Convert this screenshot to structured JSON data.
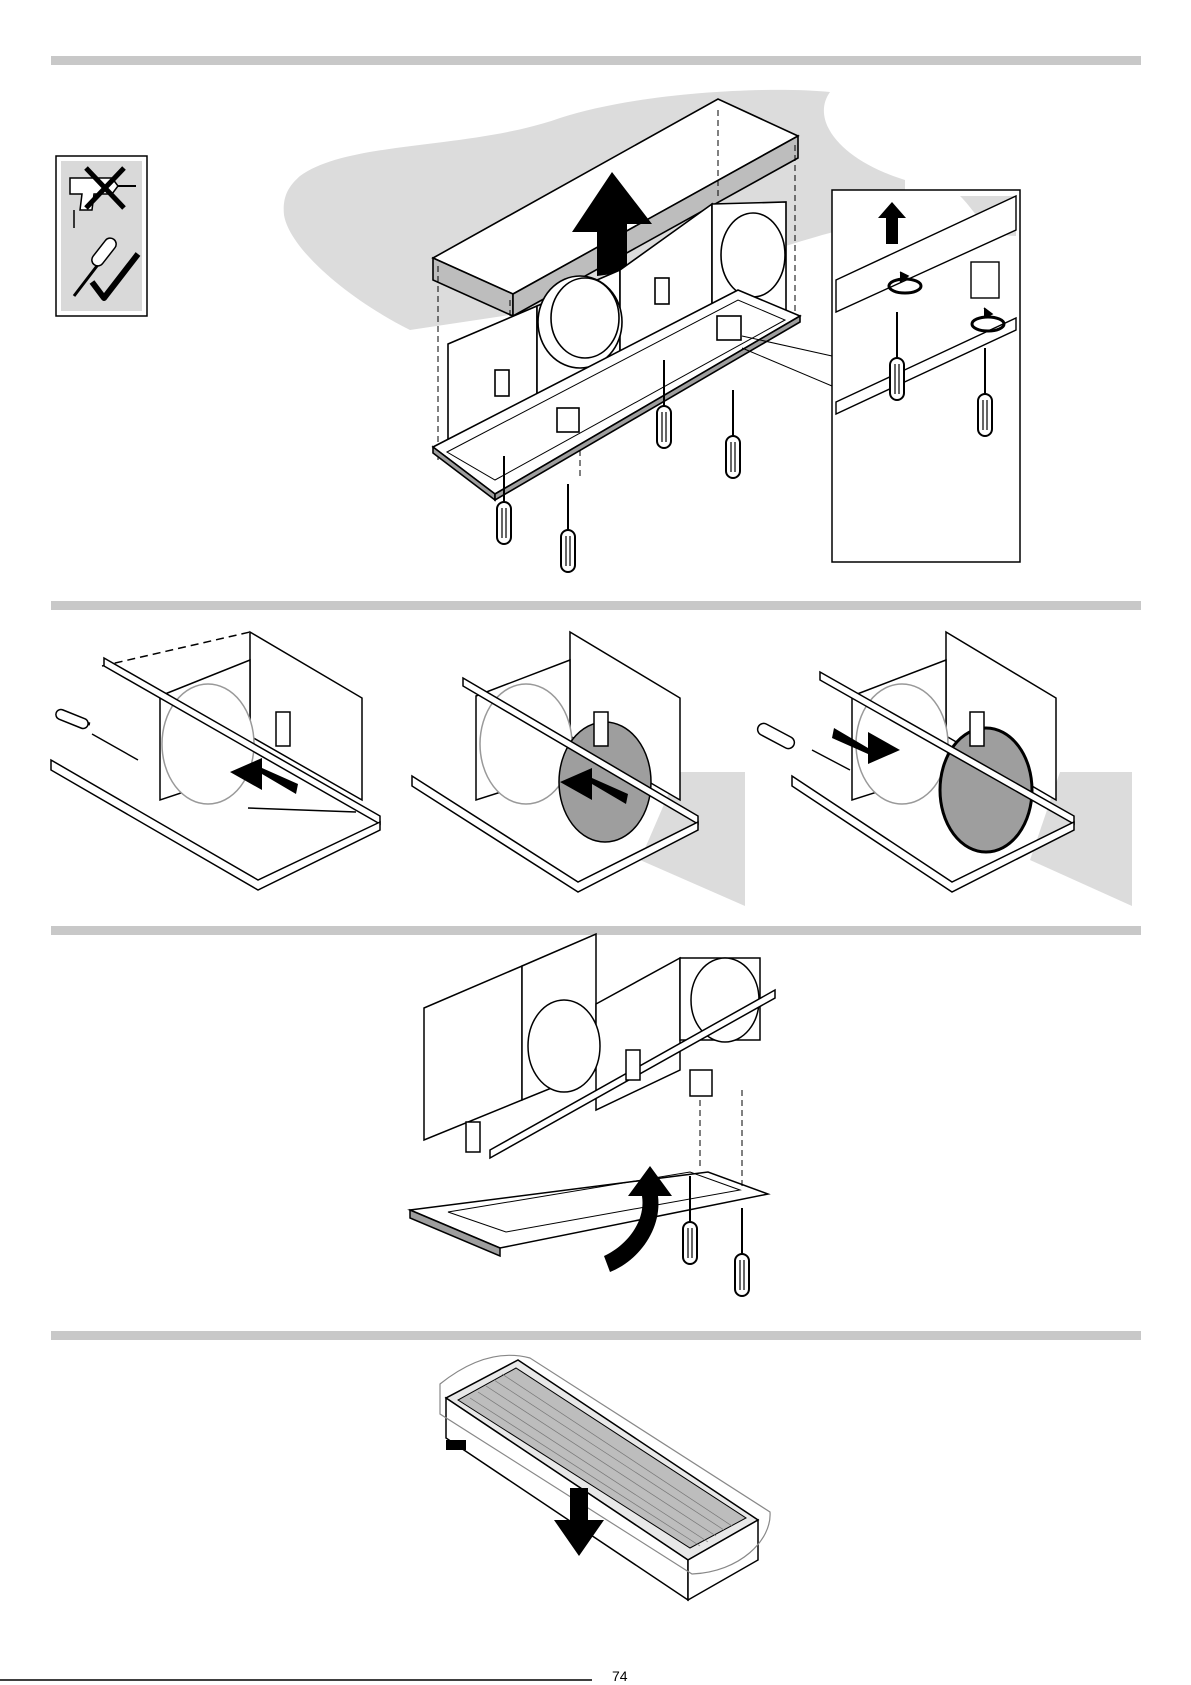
{
  "document": {
    "kind": "installation-instructions-page",
    "steps": [
      {
        "id": "step-1",
        "illustration": "remove-cover-unscrew-fixings",
        "icons": [
          "no-power-drill-icon",
          "use-screwdriver-icon",
          "cross-mark-icon",
          "check-mark-icon"
        ]
      },
      {
        "id": "step-2",
        "illustration": "adjust-damper-flaps",
        "panels": 3
      },
      {
        "id": "step-3",
        "illustration": "attach-bottom-panel"
      },
      {
        "id": "step-4",
        "illustration": "remove-filter-packaging"
      }
    ],
    "footer": {
      "page_label": "74"
    },
    "colors": {
      "rule": "#c8c8c8",
      "shadow": "#dcdcdc",
      "ink": "#000000",
      "fill_gray": "#9e9e9e",
      "arrow": "#000000"
    }
  }
}
